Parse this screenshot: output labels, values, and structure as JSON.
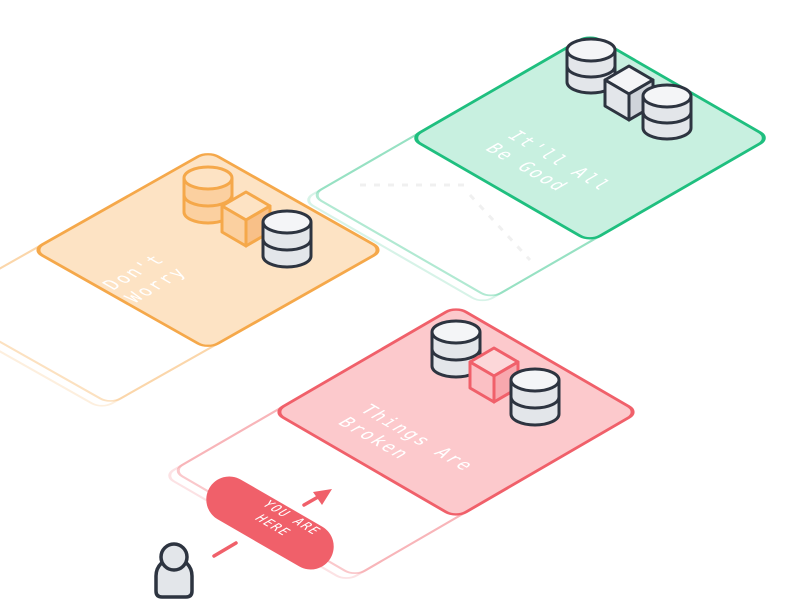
{
  "platforms": {
    "good": {
      "label_lines": [
        "It'll All",
        "Be Good"
      ],
      "color": "#1fbf7f",
      "fill": "#c8f0e0"
    },
    "worry": {
      "label_lines": [
        "Don't",
        "Worry"
      ],
      "color": "#f5a84a",
      "fill": "#fde3c4"
    },
    "broken": {
      "label_lines": [
        "Things Are",
        "Broken"
      ],
      "color": "#f0606a",
      "fill": "#fcc9cc"
    }
  },
  "marker": {
    "label_lines": [
      "YOU ARE",
      "HERE"
    ],
    "color": "#f0606a"
  },
  "person": {
    "color": "#2d3440",
    "fill": "#e3e6ea"
  }
}
